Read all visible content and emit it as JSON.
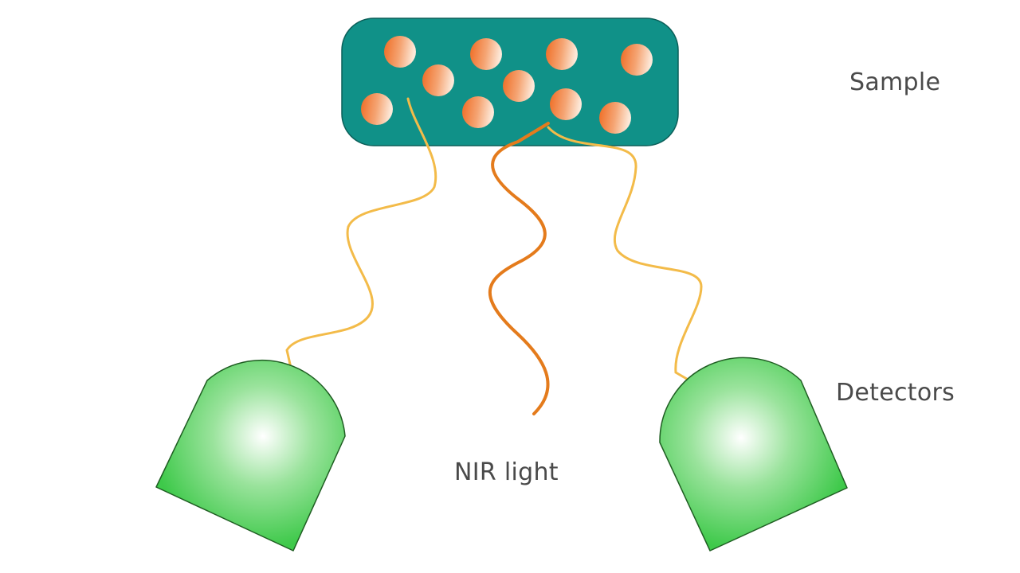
{
  "labels": {
    "sample": "Sample",
    "detectors": "Detectors",
    "nir_light": "NIR light"
  },
  "colors": {
    "sample_fill": "#109188",
    "particle_light": "#fbe3d0",
    "particle_dark": "#ef6b22",
    "detector_center": "#ffffff",
    "detector_edge": "#3ec94a",
    "detector_outline": "#1f5d22",
    "incident_wave": "#e47b1c",
    "scattered_wave": "#f3bb49",
    "text": "#4a4a4a"
  }
}
